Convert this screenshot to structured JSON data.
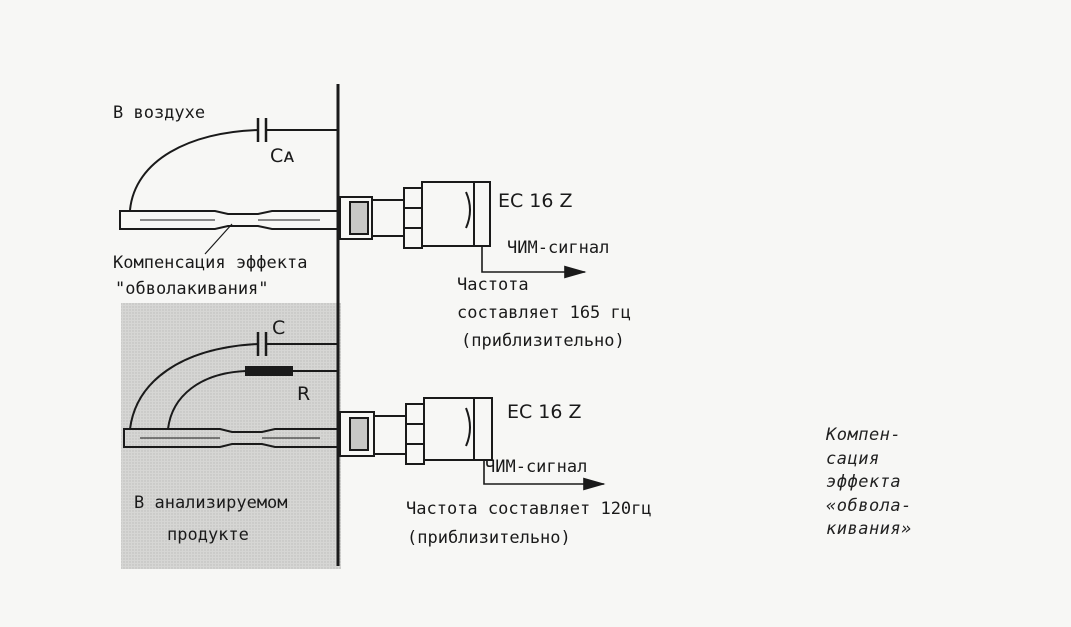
{
  "upper": {
    "medium_label": "В воздухе",
    "capacitor_label": "Cᴀ",
    "device_label": "EC 16 Z",
    "signal_label": "ЧИМ-сигнал",
    "freq_line1": "Частота",
    "freq_line2": "составляет 165 гц",
    "freq_line3": "(приблизительно)"
  },
  "compensation": {
    "line1": "Компенсация эффекта",
    "line2": "\"обволакивания\""
  },
  "lower": {
    "capacitor_label": "C",
    "resistor_label": "R",
    "device_label": "EC 16 Z",
    "signal_label": "ЧИМ-сигнал",
    "freq_line1": "Частота составляет 120гц",
    "freq_line2": "(приблизительно)",
    "medium_line1": "В анализируемом",
    "medium_line2": "продукте"
  },
  "caption": {
    "lines": [
      "Компен-",
      "сация",
      "эффекта",
      "«обвола-",
      "кивания»"
    ]
  },
  "colors": {
    "ink": "#1a1a1a",
    "paper": "#f7f7f5",
    "shade": "#d2d2d0"
  }
}
